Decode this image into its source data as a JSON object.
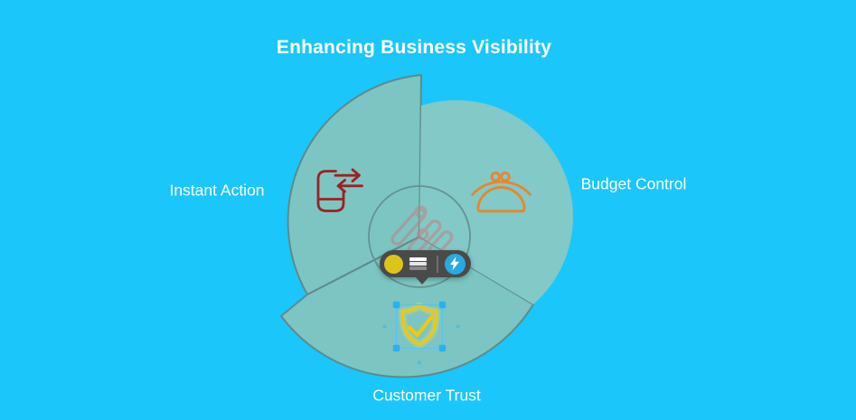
{
  "title": "Enhancing Business Visibility",
  "diagram": {
    "type": "pie-infographic",
    "segments": [
      {
        "label": "Instant Action",
        "icon": "phone-transfer-icon",
        "icon_color": "#9e2121",
        "fill": "#7cc5c3"
      },
      {
        "label": "Budget Control",
        "icon": "purse-icon",
        "icon_color": "#e8862e",
        "fill": "#83c9c7"
      },
      {
        "label": "Customer Trust",
        "icon": "shield-check-icon",
        "icon_color": "#f0c810",
        "fill": "#7cc5c3"
      }
    ],
    "watermark_icon": "diagonal-pills-logo-watermark"
  },
  "toolbar": {
    "buttons": [
      {
        "name": "fill-color-swatch",
        "color": "#dcc51b"
      },
      {
        "name": "list-options",
        "icon": "list-icon"
      },
      {
        "name": "animate",
        "icon": "lightning-bolt-icon",
        "color": "#29a9e1"
      }
    ]
  },
  "selection": {
    "selected_item": "shield-check-icon",
    "handle_color": "#28b1f0"
  },
  "colors": {
    "background": "#1bc6fb",
    "slice_fill": "#7cc5c3",
    "slice_fill_light": "#83c9c7",
    "slice_stroke": "#5f8a8a",
    "text": "#ffffff",
    "toolbar_bg": "#4a4a4a"
  }
}
